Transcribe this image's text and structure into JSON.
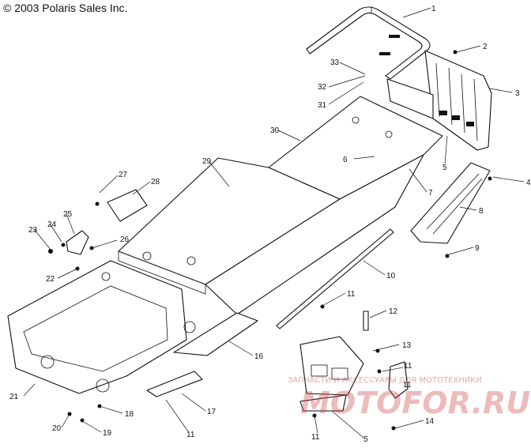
{
  "copyright": "© 2003 Polaris Sales Inc.",
  "watermark": {
    "tagline": "ЗАПЧАСТИ И АКСЕССУАРЫ ДЛЯ МОТОТЕХНИКИ",
    "logo": "MOTOFOR.RU"
  },
  "callouts": {
    "c1": "1",
    "c2": "2",
    "c3": "3",
    "c4": "4",
    "c5a": "5",
    "c5b": "5",
    "c6": "6",
    "c7": "7",
    "c8": "8",
    "c9": "9",
    "c10": "10",
    "c11a": "11",
    "c11b": "11",
    "c11c": "11",
    "c11d": "11",
    "c11e": "11",
    "c12": "12",
    "c13": "13",
    "c14": "14",
    "c16": "16",
    "c17": "17",
    "c18": "18",
    "c19": "19",
    "c20": "20",
    "c21": "21",
    "c22": "22",
    "c23": "23",
    "c24": "24",
    "c25": "25",
    "c26": "26",
    "c27": "27",
    "c28": "28",
    "c29": "29",
    "c30": "30",
    "c31": "31",
    "c32": "32",
    "c33": "33"
  }
}
